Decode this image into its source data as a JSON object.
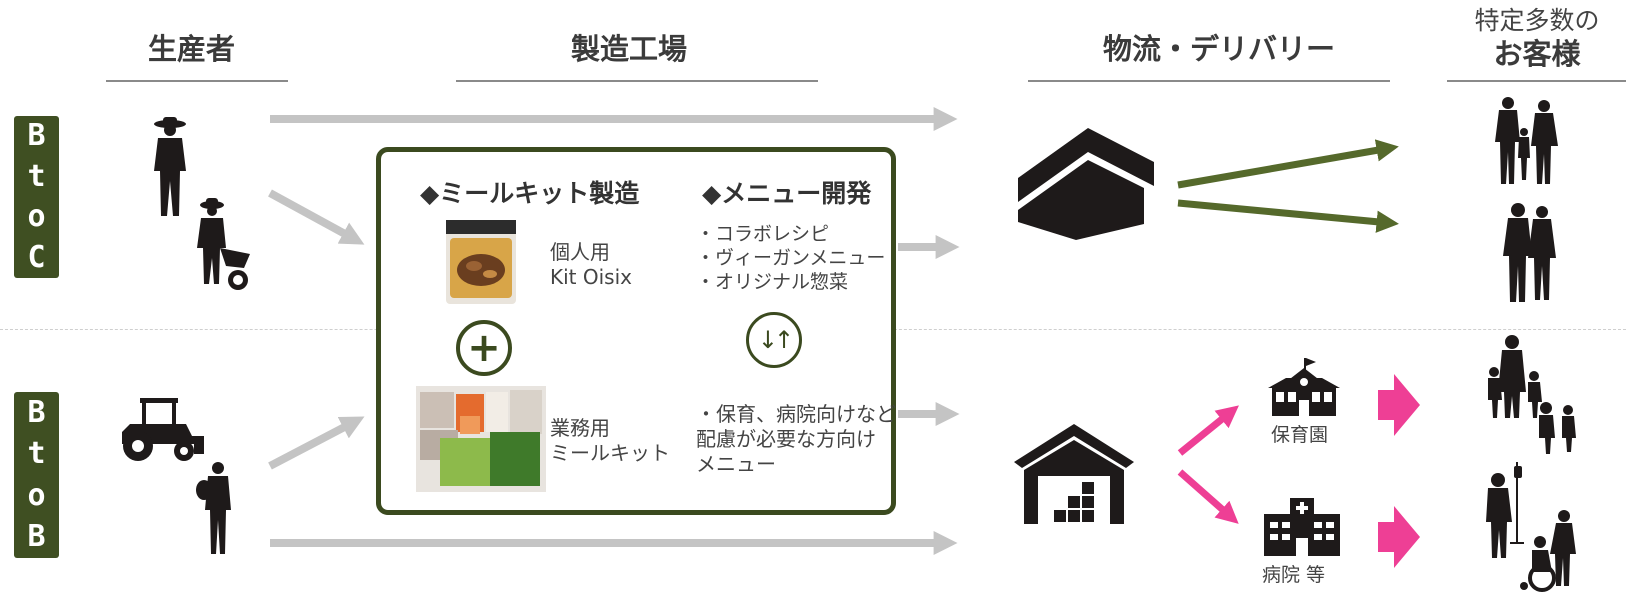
{
  "columns": {
    "producer": "生産者",
    "factory": "製造工場",
    "logistics": "物流・デリバリー",
    "customer_line1": "特定多数の",
    "customer_line2": "お客様"
  },
  "segments": {
    "btoc": [
      "B",
      "t",
      "o",
      "C"
    ],
    "btob": [
      "B",
      "t",
      "o",
      "B"
    ]
  },
  "factory": {
    "mealkit_title": "◆ミールキット製造",
    "menu_title": "◆メニュー開発",
    "personal_line1": "個人用",
    "personal_line2": "Kit Oisix",
    "business_line1": "業務用",
    "business_line2": "ミールキット",
    "menu_items": [
      "・コラボレシピ",
      "・ヴィーガンメニュー",
      "・オリジナル惣菜"
    ],
    "care_line1": "・保育、病院向けなど",
    "care_line2": "配慮が必要な方向け",
    "care_line3": "メニュー",
    "plus_symbol": "+",
    "exchange_symbol": "↓↑"
  },
  "facilities": {
    "nursery": "保育園",
    "hospital": "病院 等"
  },
  "colors": {
    "dark_green": "#3f4f22",
    "arrow_green": "#55692b",
    "arrow_gray": "#c4c4c4",
    "arrow_pink": "#ee3f95",
    "silhouette": "#1e1a1a"
  }
}
